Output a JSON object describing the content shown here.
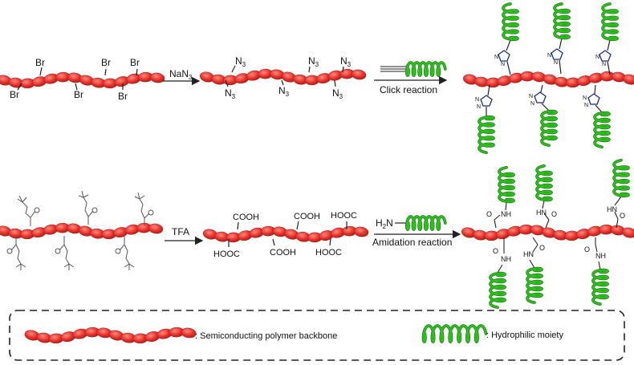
{
  "row1": {
    "substituent_a": "Br",
    "reagent_1": "NaN",
    "reagent_1_sub": "3",
    "substituent_b_main": "N",
    "substituent_b_sub": "3",
    "reagent_2": "Click reaction"
  },
  "row2": {
    "reagent_1": "TFA",
    "acid_group_a": "COOH",
    "acid_group_b": "HOOC",
    "amine_prefix": "H",
    "amine_sub": "2",
    "amine_suffix": "N",
    "reagent_2": "Amidation reaction",
    "amide_a": "NH",
    "amide_b": "HN",
    "carbonyl": "O"
  },
  "legend": {
    "backbone_label": ": Semiconducting polymer backbone",
    "moiety_label": ": Hydrophilic moiety"
  },
  "colors": {
    "backbone": "#e8352e",
    "backbone_dark": "#a81c16",
    "moiety": "#2fbf1f",
    "moiety_dark": "#137a0b",
    "bond": "#222222"
  }
}
